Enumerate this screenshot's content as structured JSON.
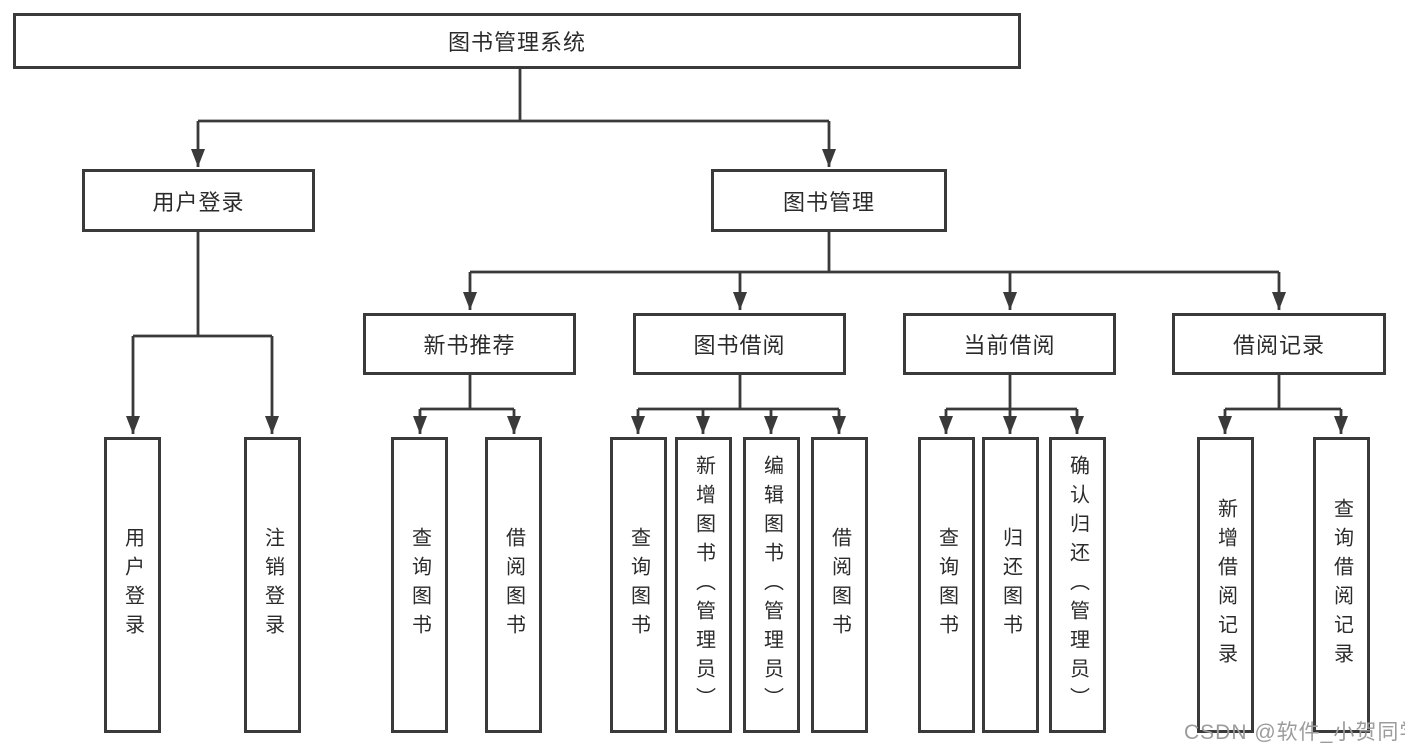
{
  "colors": {
    "line": "#3a3a3a",
    "box_border": "#3a3a3a",
    "text": "#2b2b2b",
    "watermark_text": "#9c9c9c",
    "background": "#ffffff"
  },
  "watermark": {
    "text": "CSDN @软件_小贺同学"
  },
  "tree": {
    "root": {
      "label": "图书管理系统",
      "children": [
        {
          "label": "用户登录",
          "children": [
            {
              "label": "用户登录"
            },
            {
              "label": "注销登录"
            }
          ]
        },
        {
          "label": "图书管理",
          "children": [
            {
              "label": "新书推荐",
              "children": [
                {
                  "label": "查询图书"
                },
                {
                  "label": "借阅图书"
                }
              ]
            },
            {
              "label": "图书借阅",
              "children": [
                {
                  "label": "查询图书"
                },
                {
                  "label": "新增图书（管理员）"
                },
                {
                  "label": "编辑图书（管理员）"
                },
                {
                  "label": "借阅图书"
                }
              ]
            },
            {
              "label": "当前借阅",
              "children": [
                {
                  "label": "查询图书"
                },
                {
                  "label": "归还图书"
                },
                {
                  "label": "确认归还（管理员）"
                }
              ]
            },
            {
              "label": "借阅记录",
              "children": [
                {
                  "label": "新增借阅记录"
                },
                {
                  "label": "查询借阅记录"
                }
              ]
            }
          ]
        }
      ]
    }
  }
}
